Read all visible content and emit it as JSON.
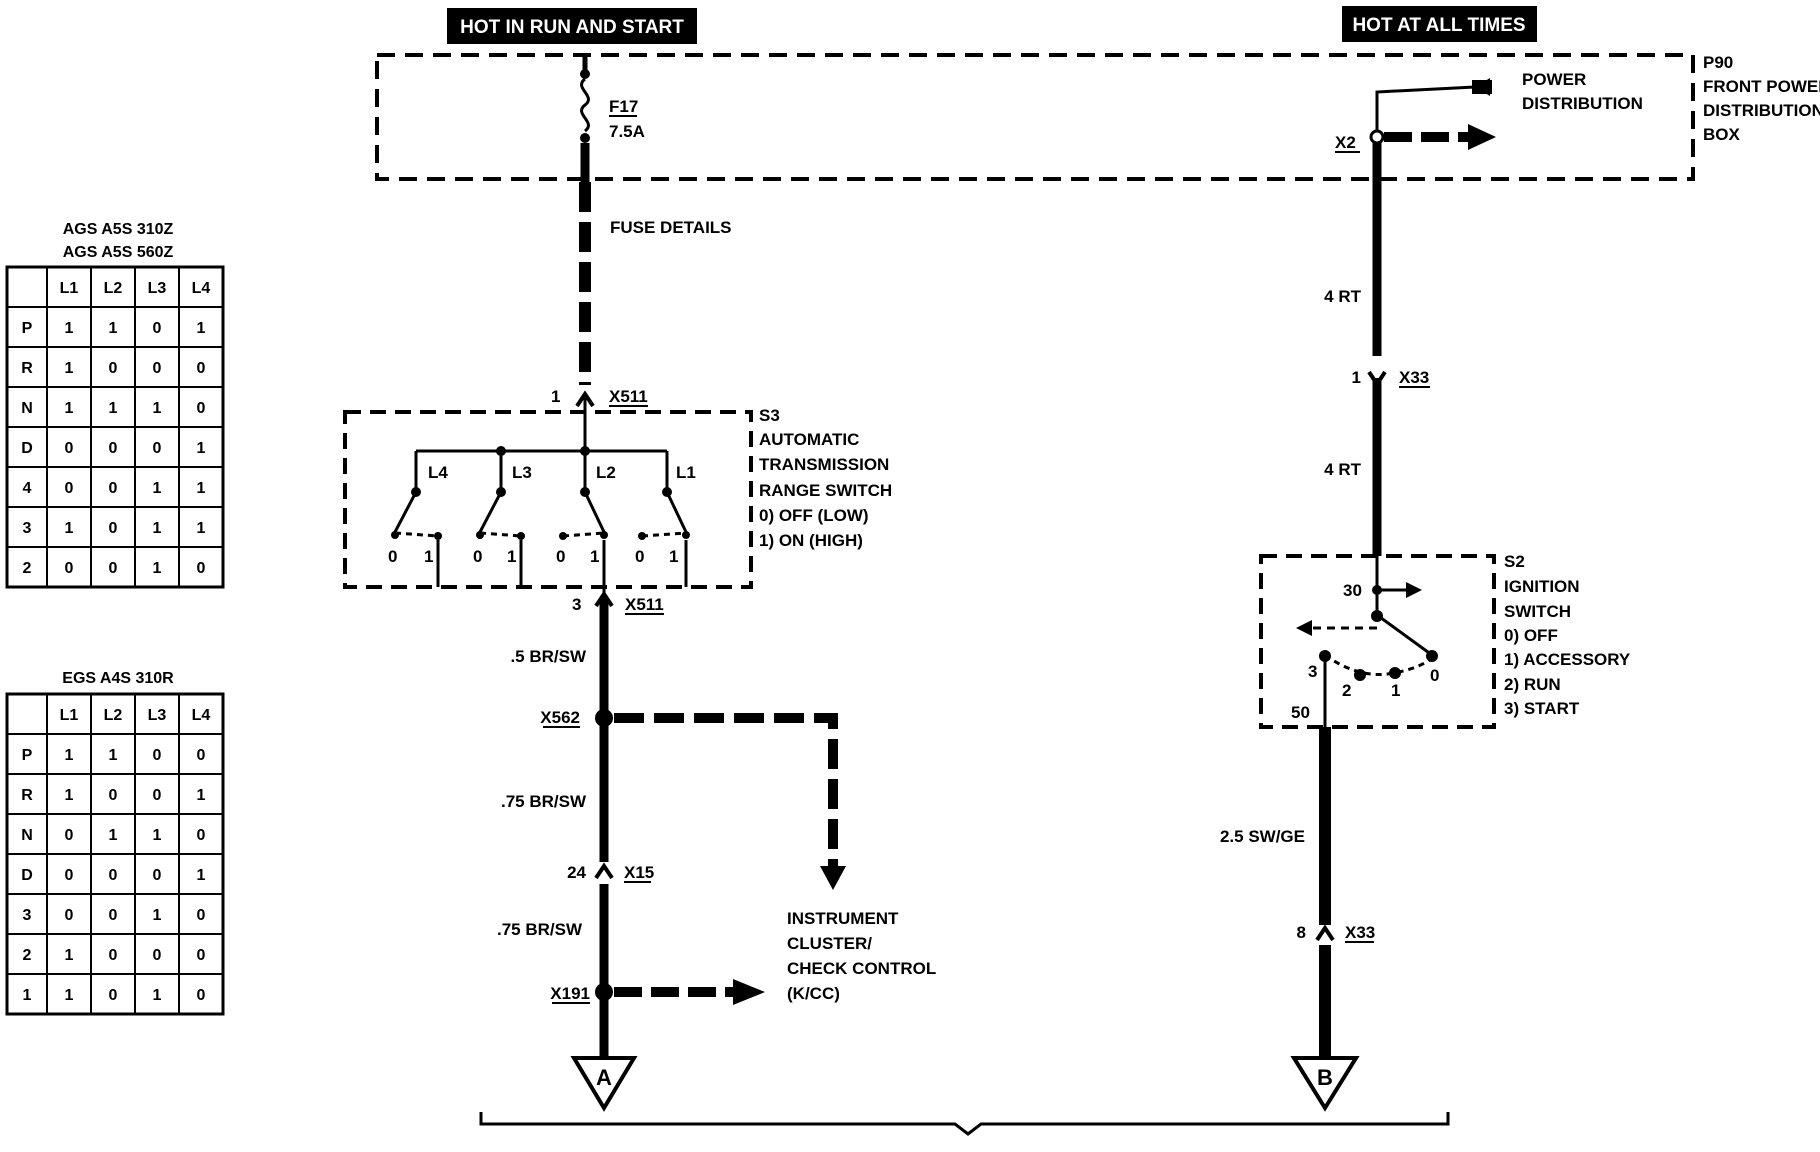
{
  "headers": {
    "left": "HOT IN RUN AND START",
    "right": "HOT AT ALL TIMES"
  },
  "fuse": {
    "id": "F17",
    "rating": "7.5A",
    "details": "FUSE DETAILS"
  },
  "power_box": {
    "label_line1": "POWER",
    "label_line2": "DISTRIBUTION",
    "id": "P90",
    "title_line1": "FRONT POWER",
    "title_line2": "DISTRIBUTION",
    "title_line3": "BOX",
    "connector": "X2"
  },
  "range_switch": {
    "id": "S3",
    "line1": "AUTOMATIC",
    "line2": "TRANSMISSION",
    "line3": "RANGE SWITCH",
    "state0": "0)   OFF (LOW)",
    "state1": "1)   ON (HIGH)",
    "contacts": [
      "L4",
      "L3",
      "L2",
      "L1"
    ],
    "pos_off": "0",
    "pos_on": "1",
    "connector": "X511",
    "pin_in": "1",
    "pin_out": "3"
  },
  "left_circuit": {
    "wire1": ".5 BR/SW",
    "splice": "X562",
    "wire2": ".75 BR/SW",
    "pin": "24",
    "connector": "X15",
    "wire3": ".75 BR/SW",
    "splice2": "X191",
    "ground_ref": "A"
  },
  "instrument": {
    "line1": "INSTRUMENT",
    "line2": "CLUSTER/",
    "line3": "CHECK CONTROL",
    "line4": "(K/CC)"
  },
  "ignition": {
    "id": "S2",
    "line1": "IGNITION",
    "line2": "SWITCH",
    "s0": "0)   OFF",
    "s1": "1)   ACCESSORY",
    "s2": "2)   RUN",
    "s3": "3)   START",
    "term_in": "30",
    "term_out": "50",
    "p0": "0",
    "p1": "1",
    "p2": "2",
    "p3": "3"
  },
  "right_circuit": {
    "wire1": "4 RT",
    "pin1": "1",
    "connector1": "X33",
    "wire2": "4 RT",
    "wire3": "2.5 SW/GE",
    "pin2": "8",
    "connector2": "X33",
    "ground_ref": "B"
  },
  "table1": {
    "title1": "AGS A5S 310Z",
    "title2": "AGS A5S 560Z",
    "columns": [
      "L1",
      "L2",
      "L3",
      "L4"
    ],
    "rows": [
      [
        "P",
        "1",
        "1",
        "0",
        "1"
      ],
      [
        "R",
        "1",
        "0",
        "0",
        "0"
      ],
      [
        "N",
        "1",
        "1",
        "1",
        "0"
      ],
      [
        "D",
        "0",
        "0",
        "0",
        "1"
      ],
      [
        "4",
        "0",
        "0",
        "1",
        "1"
      ],
      [
        "3",
        "1",
        "0",
        "1",
        "1"
      ],
      [
        "2",
        "0",
        "0",
        "1",
        "0"
      ]
    ]
  },
  "table2": {
    "title1": "EGS A4S 310R",
    "columns": [
      "L1",
      "L2",
      "L3",
      "L4"
    ],
    "rows": [
      [
        "P",
        "1",
        "1",
        "0",
        "0"
      ],
      [
        "R",
        "1",
        "0",
        "0",
        "1"
      ],
      [
        "N",
        "0",
        "1",
        "1",
        "0"
      ],
      [
        "D",
        "0",
        "0",
        "0",
        "1"
      ],
      [
        "3",
        "0",
        "0",
        "1",
        "0"
      ],
      [
        "2",
        "1",
        "0",
        "0",
        "0"
      ],
      [
        "1",
        "1",
        "0",
        "1",
        "0"
      ]
    ]
  }
}
